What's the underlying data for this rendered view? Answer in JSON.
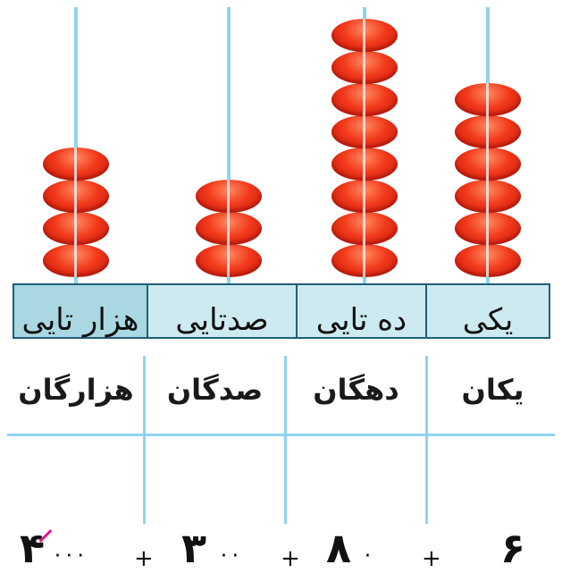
{
  "abacus": {
    "columns": [
      {
        "id": "thousands",
        "beads": 4
      },
      {
        "id": "hundreds",
        "beads": 3
      },
      {
        "id": "tens",
        "beads": 8
      },
      {
        "id": "ones",
        "beads": 6
      }
    ],
    "bead_color": "#e8321a",
    "rod_color": "#8fd3ee"
  },
  "labels": {
    "thousands": "هزار تایی",
    "hundreds": "صدتایی",
    "tens": "ده تایی",
    "ones": "یکی"
  },
  "table": {
    "headers": {
      "thousands": "هزارگان",
      "hundreds": "صدگان",
      "tens": "دهگان",
      "ones": "یکان"
    }
  },
  "expression": {
    "thousands_digit": "۴",
    "thousands_zeros": "۰۰۰",
    "plus": "+",
    "hundreds_digit": "۳",
    "hundreds_zeros": "۰۰",
    "tens_digit": "۸",
    "tens_zero": "۰",
    "ones_digit": "۶",
    "correction_mark_color": "#e0198a"
  }
}
